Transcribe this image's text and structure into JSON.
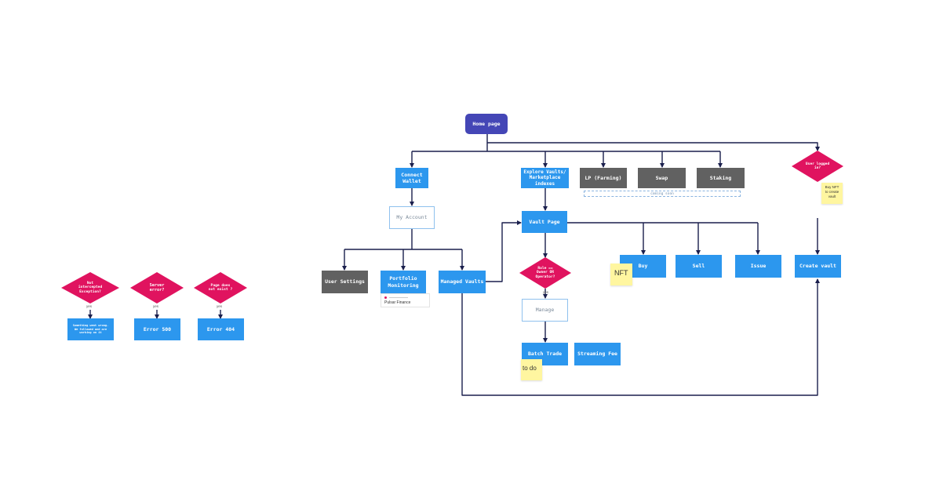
{
  "nodes": {
    "home": "Home page",
    "connect_wallet": "Connect\nWallet",
    "explore": "Explore Vaults/\nMarketplace\nindexes",
    "lp": "LP (Farming)",
    "swap": "Swap",
    "staking": "Staking",
    "my_account": "My Account",
    "vault_page": "Vault Page",
    "user_settings": "User Settings",
    "portfolio": "Portfolio\nMonitoring",
    "managed_vaults": "Managed Vaults",
    "buy": "Buy",
    "sell": "Sell",
    "issue": "Issue",
    "create_vault": "Create vault",
    "manage": "Manage",
    "batch_trade": "Batch Trade",
    "streaming_fee": "Streaming Fee",
    "error_generic": "Something went wrong.\nWe followed and are\nworking on it",
    "error_500": "Error 500",
    "error_404": "Error 404"
  },
  "diamonds": {
    "role": "Role ==\nOwner OR\nOperator?",
    "user_logged": "User logged\nin?",
    "not_intercepted": "Not\nintercepted\nException?",
    "server_error": "Server\nerror?",
    "page_not_exist": "Page does\nnot exist ?"
  },
  "labels": {
    "coming_soon": "coming soon",
    "yes_1": "yes",
    "yes_2": "yes",
    "yes_3": "yes",
    "role_yes": "yes",
    "pulsar": "Pulsar Finance"
  },
  "notes": {
    "nft": "NFT",
    "todo": "to do",
    "buy_nft": "Buy NFT\nto create\nvault"
  },
  "colors": {
    "blue": "#2c97ee",
    "gray": "#616161",
    "home": "#4446b6",
    "diamond": "#e0135f",
    "connector": "#1a1f4d",
    "note": "#fff6a0"
  }
}
